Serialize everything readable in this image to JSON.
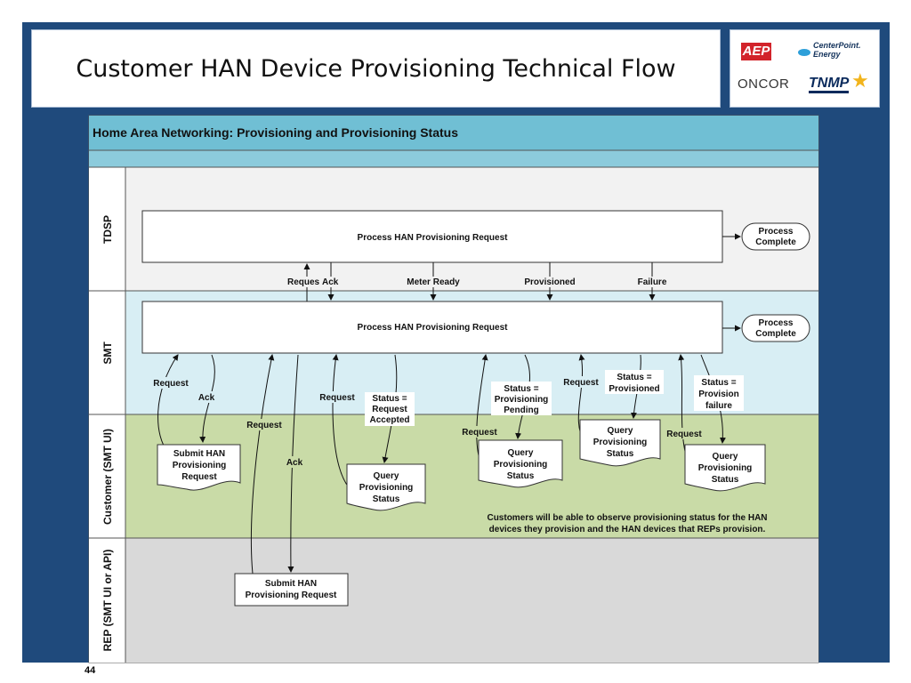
{
  "slide": {
    "title": "Customer HAN Device Provisioning Technical Flow",
    "page_number": "44"
  },
  "logos": {
    "aep": "AEP",
    "centerpoint": [
      "CenterPoint.",
      "Energy"
    ],
    "oncor": "ONCOR",
    "tnmp": "TNMP"
  },
  "diagram": {
    "header": "Home Area Networking: Provisioning and Provisioning Status",
    "lanes": [
      "TDSP",
      "SMT",
      "Customer (SMT UI)",
      "REP (SMT UI or API)"
    ],
    "processes": {
      "tdsp": "Process HAN Provisioning Request",
      "smt": "Process HAN Provisioning Request",
      "rep_submit": [
        "Submit HAN",
        "Provisioning Request"
      ]
    },
    "terminators": {
      "tdsp_complete": [
        "Process",
        "Complete"
      ],
      "smt_complete": [
        "Process",
        "Complete"
      ]
    },
    "documents": {
      "customer_submit": [
        "Submit HAN",
        "Provisioning",
        "Request"
      ],
      "query_1": [
        "Query",
        "Provisioning",
        "Status"
      ],
      "query_2": [
        "Query",
        "Provisioning",
        "Status"
      ],
      "query_3": [
        "Query",
        "Provisioning",
        "Status"
      ],
      "query_4": [
        "Query",
        "Provisioning",
        "Status"
      ]
    },
    "tdsp_smt_labels": {
      "request": "Reques",
      "ack": "Ack",
      "meter_ready": "Meter Ready",
      "provisioned": "Provisioned",
      "failure": "Failure"
    },
    "flow_labels": {
      "cust_request": "Request",
      "cust_ack": "Ack",
      "rep_request": "Request",
      "rep_ack": "Ack",
      "q1_request": "Request",
      "q1_status": [
        "Status =",
        "Request",
        "Accepted"
      ],
      "q2_request": "Request",
      "q2_status": [
        "Status =",
        "Provisioning",
        "Pending"
      ],
      "q3_request": "Request",
      "q3_status": [
        "Status =",
        "Provisioned"
      ],
      "q4_request": "Request",
      "q4_status": [
        "Status =",
        "Provision",
        "failure"
      ]
    },
    "note": [
      "Customers will be able to observe provisioning status for the HAN",
      "devices they provision and the HAN devices that REPs provision."
    ],
    "colors": {
      "header": "#70bfd4",
      "tdsp_lane": "#f2f2f2",
      "smt_lane": "#d8eef4",
      "customer_lane": "#c9dba7",
      "rep_lane": "#d9d9d9"
    }
  }
}
